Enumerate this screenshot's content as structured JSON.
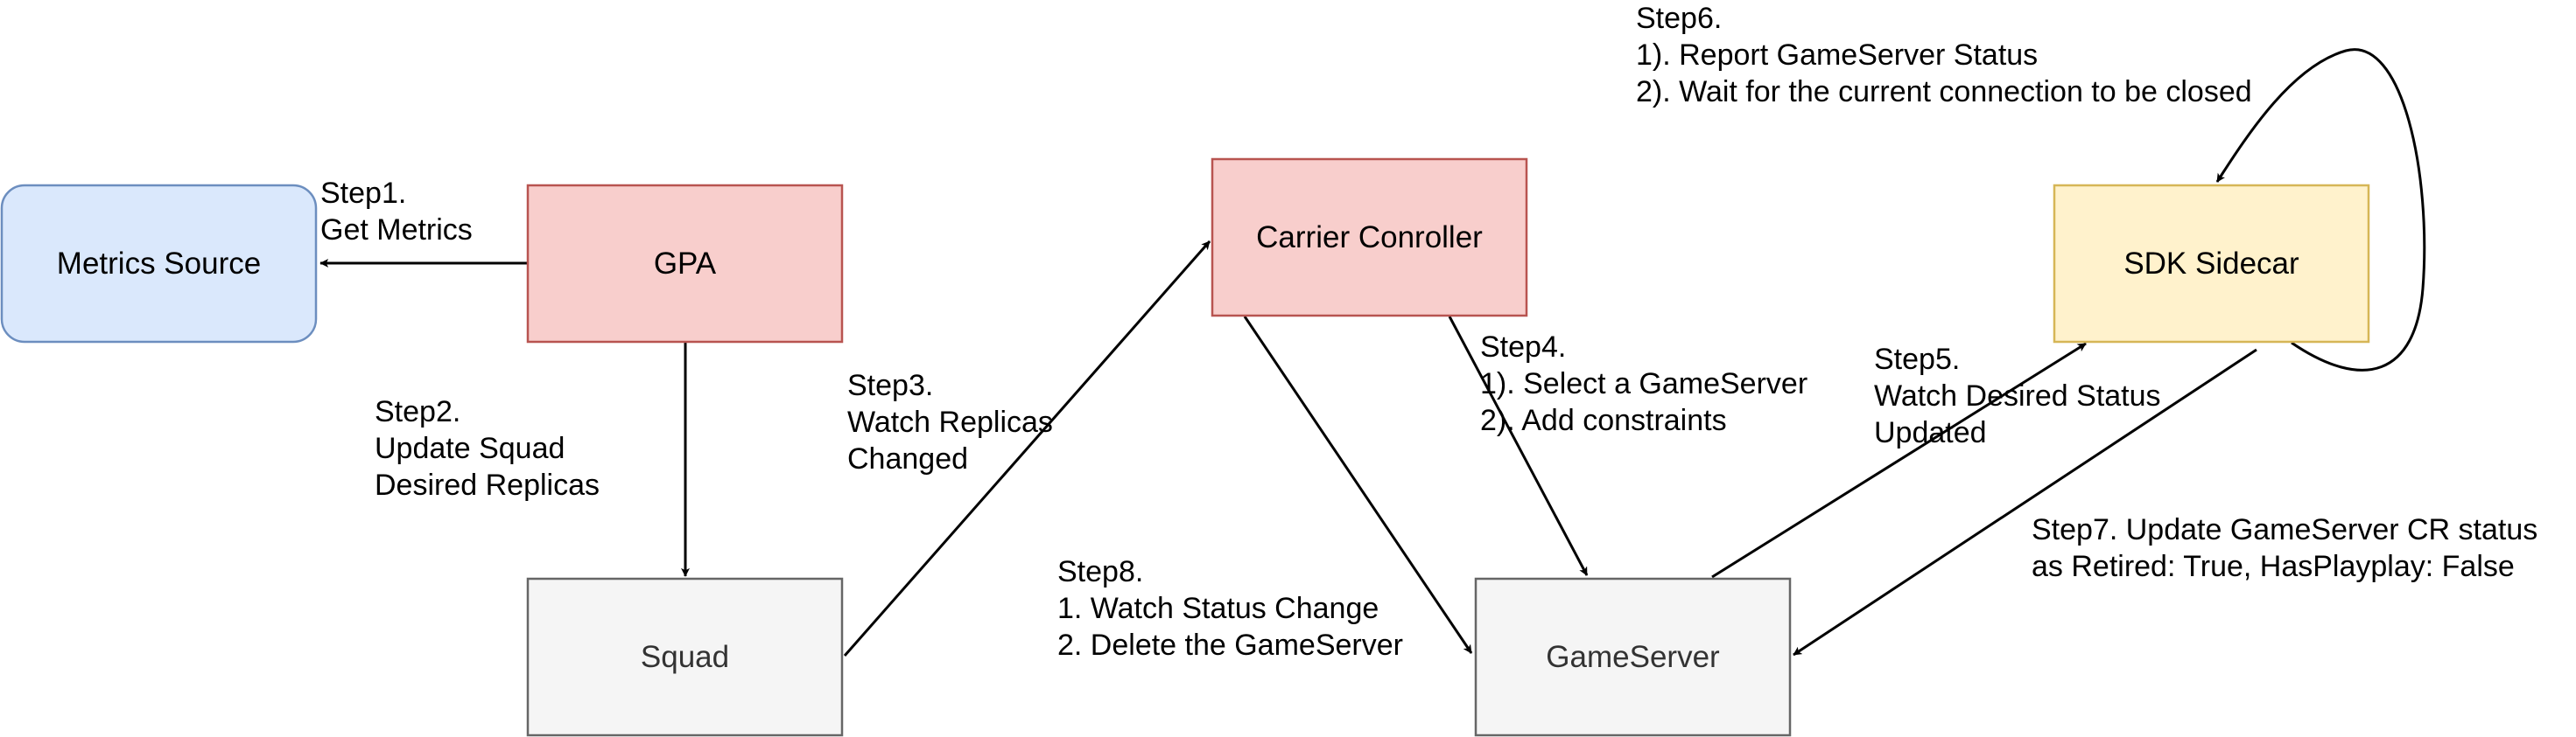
{
  "nodes": {
    "metrics_source": {
      "label": "Metrics Source",
      "fill": "#dae8fc",
      "stroke": "#6c8ebf"
    },
    "gpa": {
      "label": "GPA",
      "fill": "#f8cecc",
      "stroke": "#b85450"
    },
    "carrier_controller": {
      "label": "Carrier Conroller",
      "fill": "#f8cecc",
      "stroke": "#b85450"
    },
    "sdk_sidecar": {
      "label": "SDK Sidecar",
      "fill": "#fff2cc",
      "stroke": "#d6b656"
    },
    "squad": {
      "label": "Squad",
      "fill": "#f5f5f5",
      "stroke": "#666666",
      "text_color": "#333333"
    },
    "gameserver": {
      "label": "GameServer",
      "fill": "#f5f5f5",
      "stroke": "#666666",
      "text_color": "#333333"
    }
  },
  "steps": {
    "step1": {
      "lines": [
        "Step1.",
        "Get Metrics"
      ]
    },
    "step2": {
      "lines": [
        "Step2.",
        "Update Squad",
        "Desired Replicas"
      ]
    },
    "step3": {
      "lines": [
        "Step3.",
        "Watch Replicas",
        "Changed"
      ]
    },
    "step4": {
      "lines": [
        "Step4.",
        "1). Select a GameServer",
        "2). Add constraints"
      ]
    },
    "step5": {
      "lines": [
        "Step5.",
        "Watch Desired Status",
        "Updated"
      ]
    },
    "step6": {
      "lines": [
        "Step6.",
        "1). Report GameServer Status",
        "2). Wait for the current connection to be closed"
      ]
    },
    "step7": {
      "lines": [
        "Step7. Update GameServer CR status",
        "as Retired: True, HasPlayplay: False"
      ]
    },
    "step8": {
      "lines": [
        "Step8.",
        "1. Watch Status Change",
        "2. Delete the GameServer"
      ]
    }
  }
}
